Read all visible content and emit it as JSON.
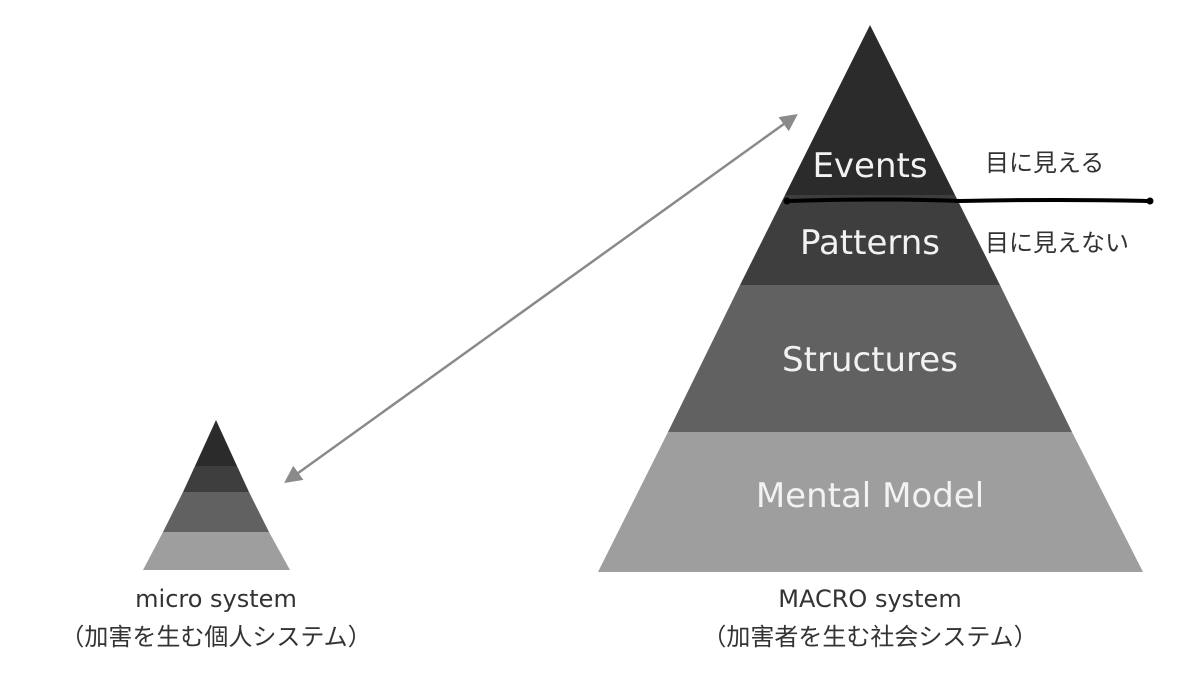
{
  "macro_pyramid": {
    "layers": [
      {
        "label": "Events",
        "color": "#2b2b2b"
      },
      {
        "label": "Patterns",
        "color": "#3e3e3e"
      },
      {
        "label": "Structures",
        "color": "#616161"
      },
      {
        "label": "Mental Model",
        "color": "#9e9e9e"
      }
    ],
    "caption_line1": "MACRO system",
    "caption_line2": "（加害者を生む社会システム）"
  },
  "micro_pyramid": {
    "layer_colors": [
      "#2b2b2b",
      "#3e3e3e",
      "#616161",
      "#9e9e9e"
    ],
    "caption_line1": "micro system",
    "caption_line2": "（加害を生む個人システム）"
  },
  "visibility": {
    "visible_label": "目に見える",
    "invisible_label": "目に見えない",
    "line_color": "#000000"
  },
  "connector": {
    "color": "#8a8a8a",
    "style": "double-headed-arrow"
  }
}
